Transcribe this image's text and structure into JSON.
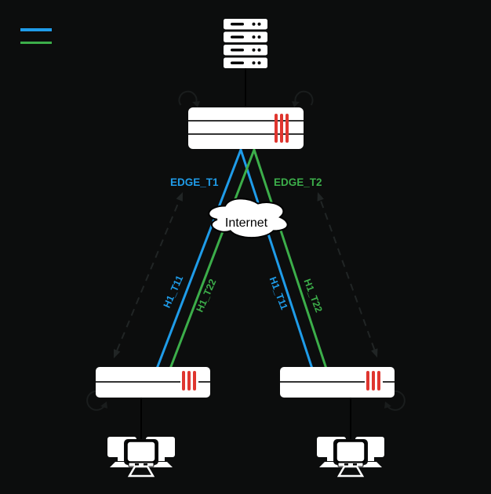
{
  "diagram": {
    "type": "network-topology",
    "background": "#0c0d0d",
    "legend": {
      "swatches": [
        {
          "color": "#1f9ce9"
        },
        {
          "color": "#3cae4a"
        }
      ]
    },
    "labels": {
      "edge_t1": "EDGE_T1",
      "edge_t2": "EDGE_T2",
      "h1_t11": "H1_T11",
      "h1_t22": "H1_T22",
      "internet": "Internet"
    },
    "colors": {
      "edge_t1_link": "#1f9ce9",
      "edge_t2_link": "#3cae4a",
      "switch_stripe_red": "#df362f",
      "node_fill": "#ffffff",
      "ink": "#000000"
    },
    "nodes": {
      "server": "server-stack-icon",
      "edge_switch": "switch-icon",
      "internet_cloud": "cloud-icon",
      "host_switch_left": "switch-icon",
      "host_switch_right": "switch-icon",
      "workstation_left": "multi-monitor-icon",
      "workstation_right": "multi-monitor-icon"
    }
  }
}
